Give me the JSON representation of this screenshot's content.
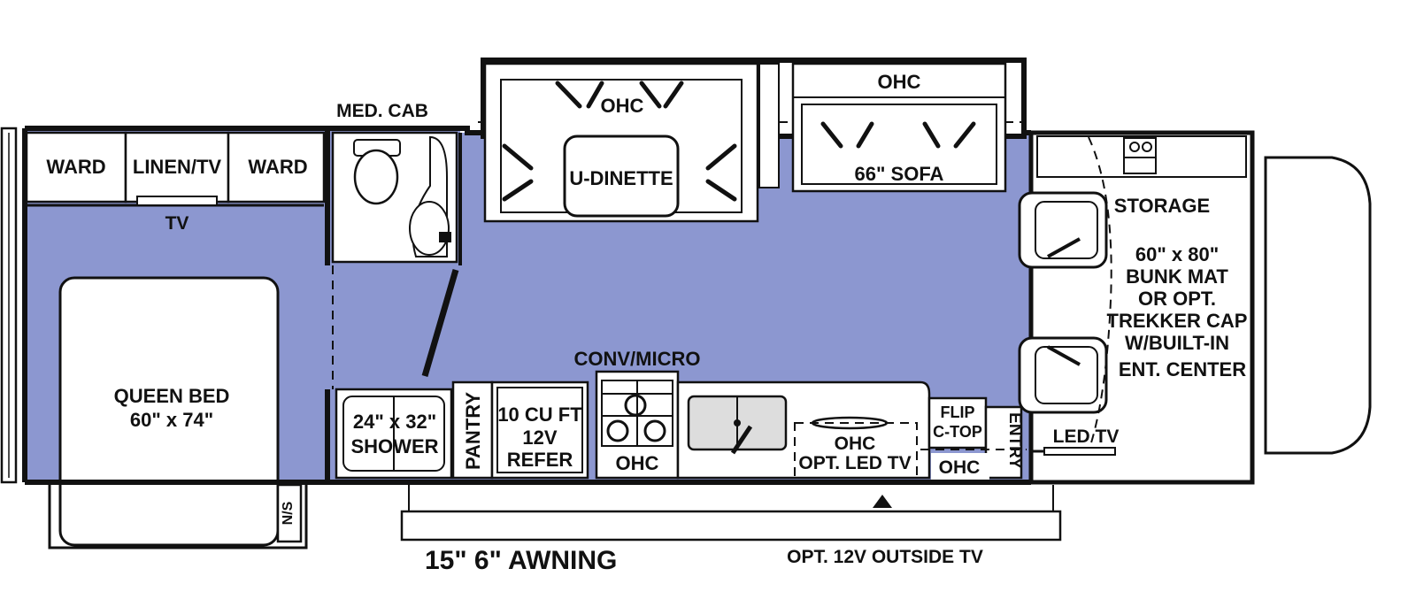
{
  "colors": {
    "floor": "#8c97d0",
    "wall": "#111111",
    "cabinet": "#ffffff"
  },
  "labels": {
    "ward_left": "WARD",
    "linen_tv": "LINEN/TV",
    "ward_right": "WARD",
    "tv": "TV",
    "med_cab": "MED. CAB",
    "ohc_dinette": "OHC",
    "u_dinette": "U-DINETTE",
    "ohc_sofa": "OHC",
    "sofa": "66\" SOFA",
    "storage": "STORAGE",
    "bunk": [
      "60\" x 80\"",
      "BUNK MAT",
      "OR OPT.",
      "TREKKER CAP",
      "W/BUILT-IN",
      "ENT. CENTER"
    ],
    "queen_bed": [
      "QUEEN BED",
      "60\" x 74\""
    ],
    "shower": [
      "24\" x 32\"",
      "SHOWER"
    ],
    "pantry": "PANTRY",
    "refer": [
      "10 CU FT",
      "12V",
      "REFER"
    ],
    "conv_micro": "CONV/MICRO",
    "ohc_range": "OHC",
    "ohc_tv": [
      "OHC",
      "OPT. LED TV"
    ],
    "flip": [
      "FLIP",
      "C-TOP"
    ],
    "ohc_entry": "OHC",
    "entry": "ENTRY",
    "led_tv": "LED TV",
    "ns": "N/S",
    "awning": "15\" 6\" AWNING",
    "outside_tv": "OPT. 12V OUTSIDE TV"
  }
}
